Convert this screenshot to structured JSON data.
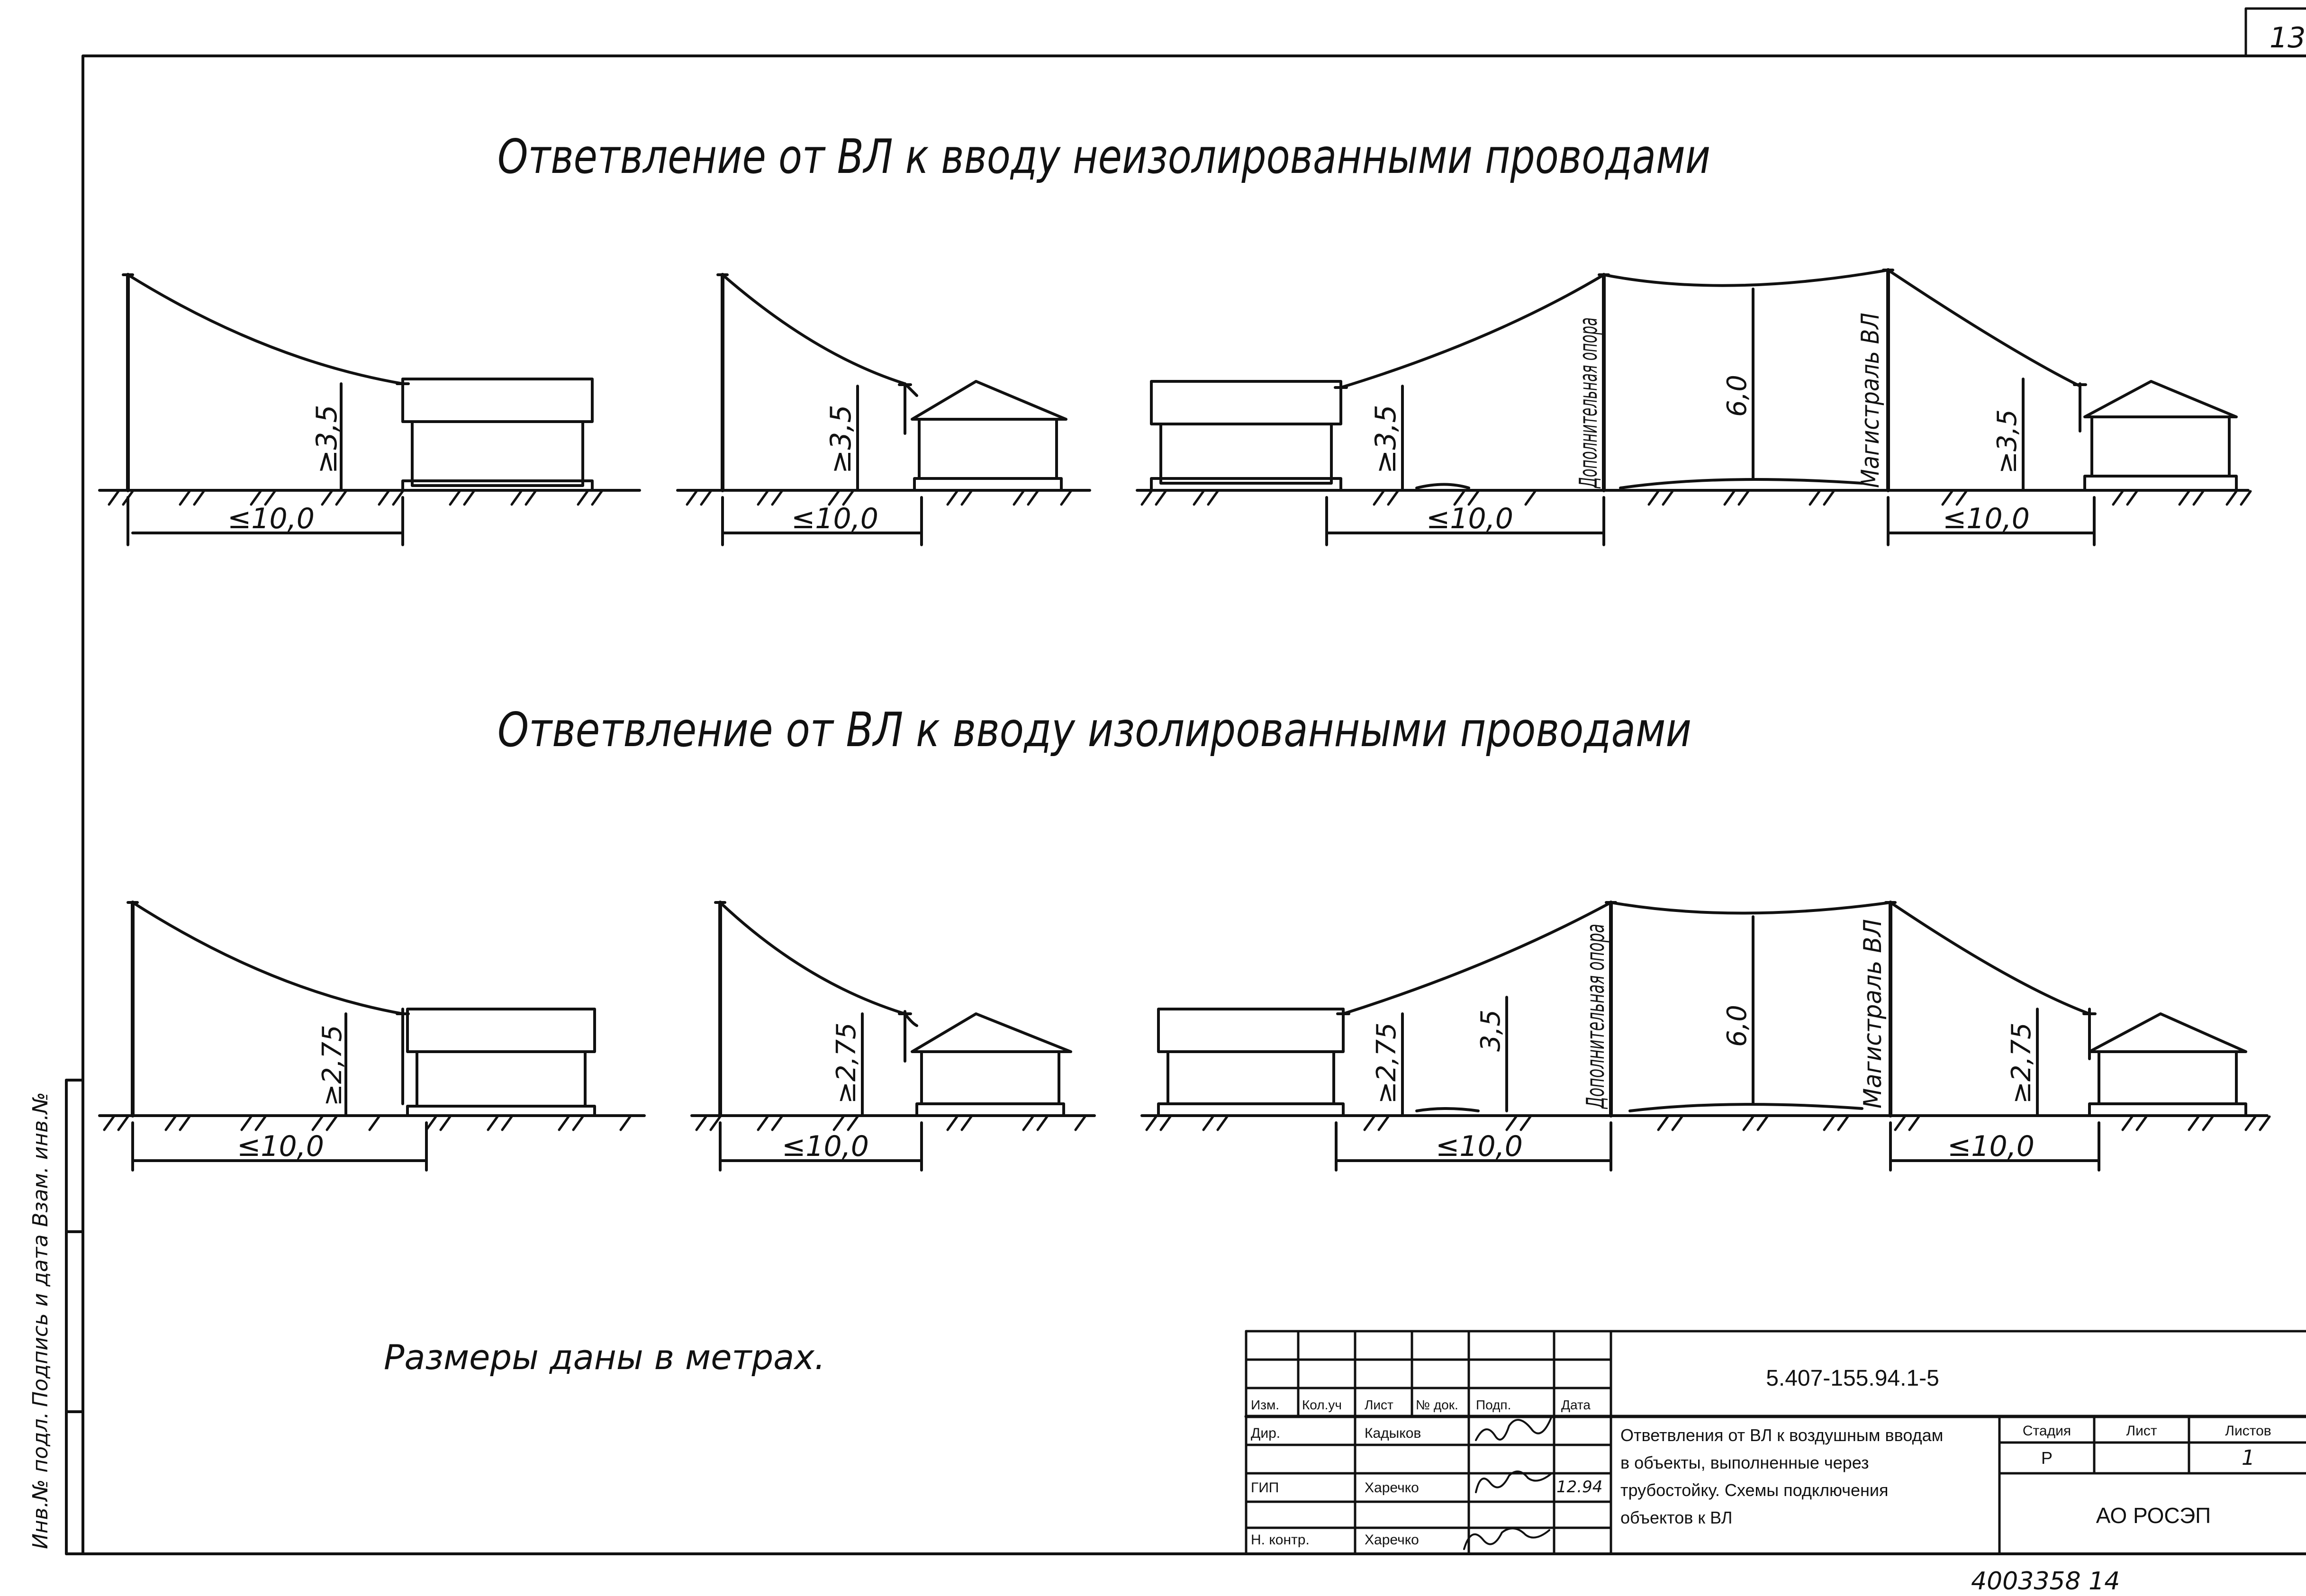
{
  "sheet_number": "13",
  "titles": {
    "top": "Ответвление от ВЛ к вводу неизолированными проводами",
    "bottom": "Ответвление от ВЛ к вводу изолированными проводами"
  },
  "labels": {
    "height_top": "≥3,5",
    "height_bottom": "≥2,75",
    "span": "≤10,0",
    "extra_pole": "Дополнительная опора",
    "main_line": "Магистраль ВЛ",
    "mid_height": "6,0",
    "pipe_height": "3,5"
  },
  "note": "Размеры даны в метрах.",
  "side_stamp": {
    "inv_podl": "Инв.№ подл.",
    "podpis_data": "Подпись и дата",
    "vzam_inv": "Взам. инв.№"
  },
  "title_block": {
    "doc_code": "5.407-155.94.1-5",
    "headers": [
      "Изм.",
      "Кол.уч",
      "Лист",
      "№ док.",
      "Подп.",
      "Дата"
    ],
    "roles": [
      {
        "role": "Дир.",
        "name": "Кадыков",
        "date": ""
      },
      {
        "role": "ГИП",
        "name": "Харечко",
        "date": "12.94"
      },
      {
        "role": "Н. контр.",
        "name": "Харечко",
        "date": ""
      }
    ],
    "description": [
      "Ответвления от ВЛ к воздушным вводам",
      "в объекты, выполненные через",
      "трубостойку. Схемы подключения",
      "объектов к ВЛ"
    ],
    "stage_label": "Стадия",
    "sheet_label": "Лист",
    "sheets_label": "Листов",
    "stage": "Р",
    "sheet": "1",
    "organization": "АО РОСЭП"
  },
  "bottom_stamp": "4003358  14"
}
